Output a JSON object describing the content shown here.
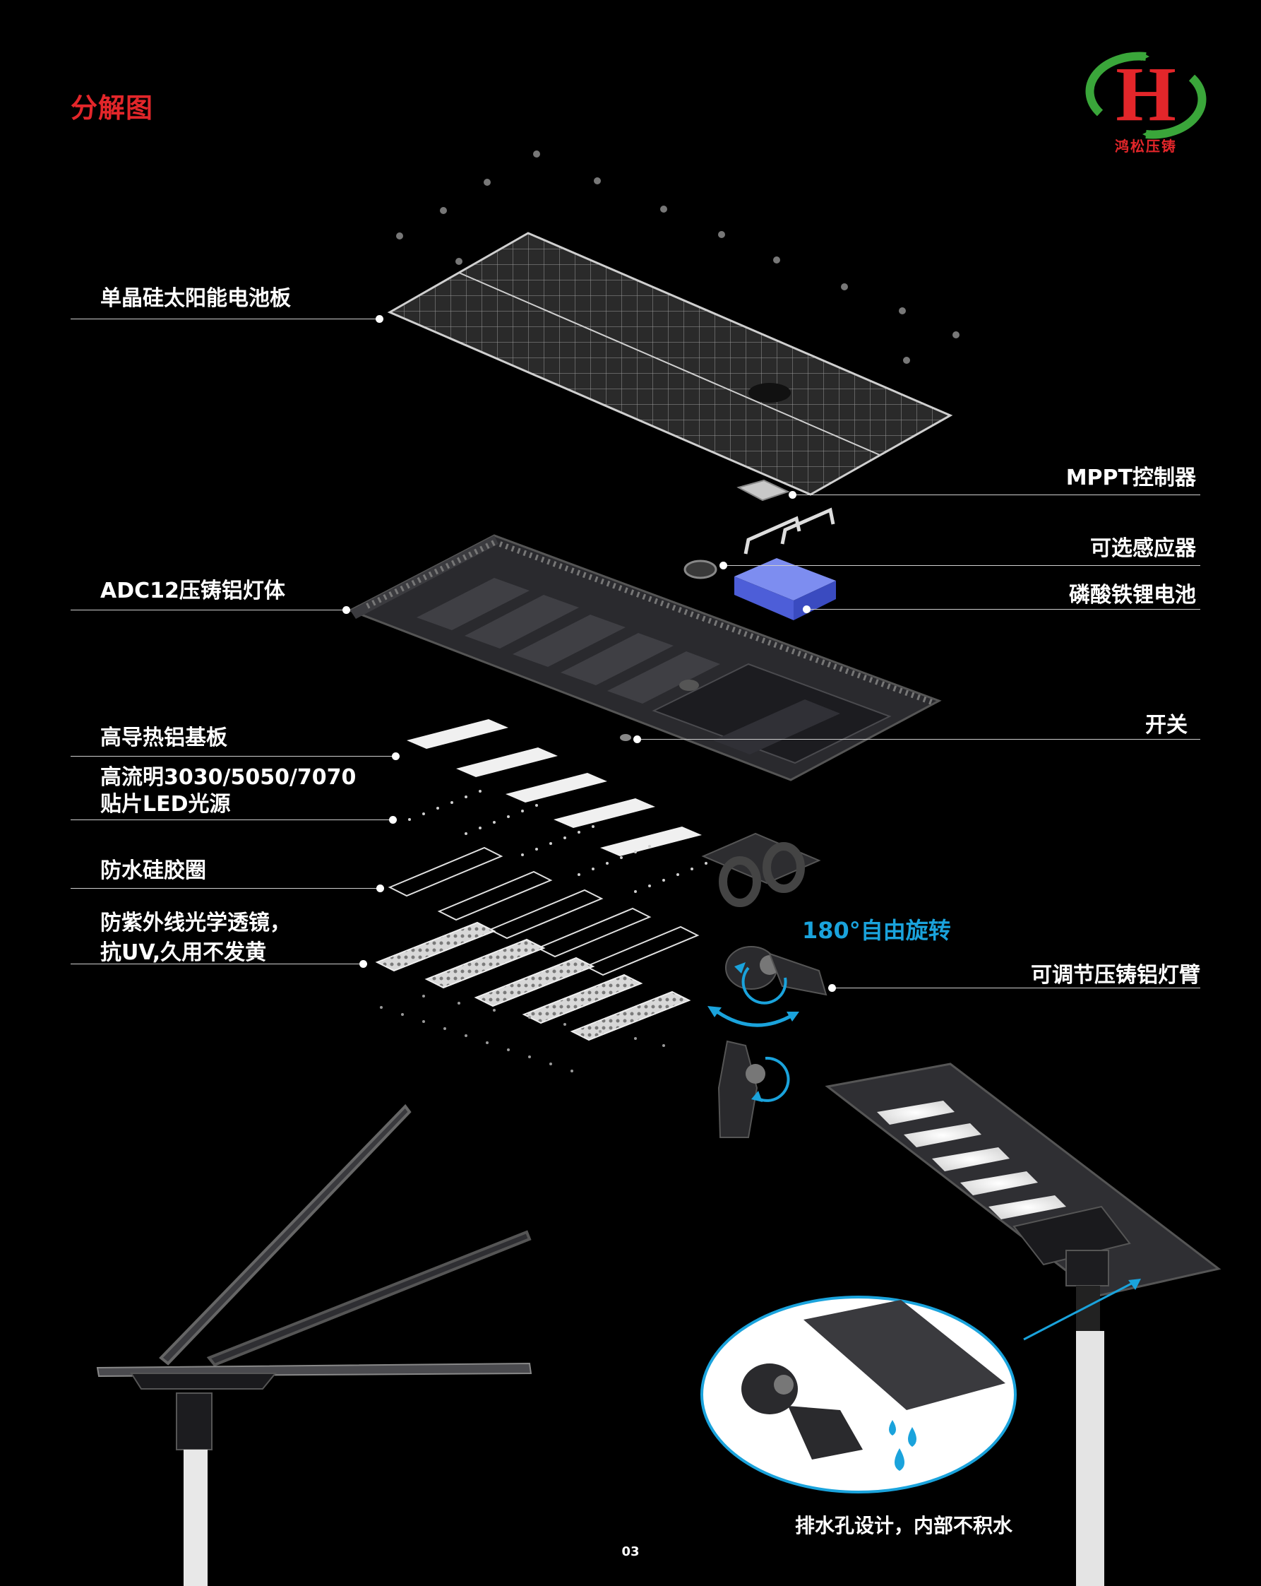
{
  "page": {
    "heading": "分解图",
    "page_number": "03"
  },
  "logo": {
    "letter": "H",
    "text": "鸿松压铸",
    "colors": {
      "red": "#e3262a",
      "green": "#3aa63a"
    }
  },
  "labels": {
    "solar_panel": "单晶硅太阳能电池板",
    "mppt": "MPPT控制器",
    "sensor": "可选感应器",
    "battery": "磷酸铁锂电池",
    "body": "ADC12压铸铝灯体",
    "switch": "开关",
    "substrate": "高导热铝基板",
    "led_line1": "高流明3030/5050/7070",
    "led_line2": "贴片LED光源",
    "gasket": "防水硅胶圈",
    "lens_line1": "防紫外线光学透镜，",
    "lens_line2": "抗UV,久用不发黄",
    "arm": "可调节压铸铝灯臂",
    "rotate": "180°自由旋转",
    "drain_caption": "排水孔设计，内部不积水"
  },
  "colors": {
    "accent_blue": "#1aa3dc",
    "heading_red": "#e3262a",
    "battery_blue": "#5a6ee0"
  }
}
